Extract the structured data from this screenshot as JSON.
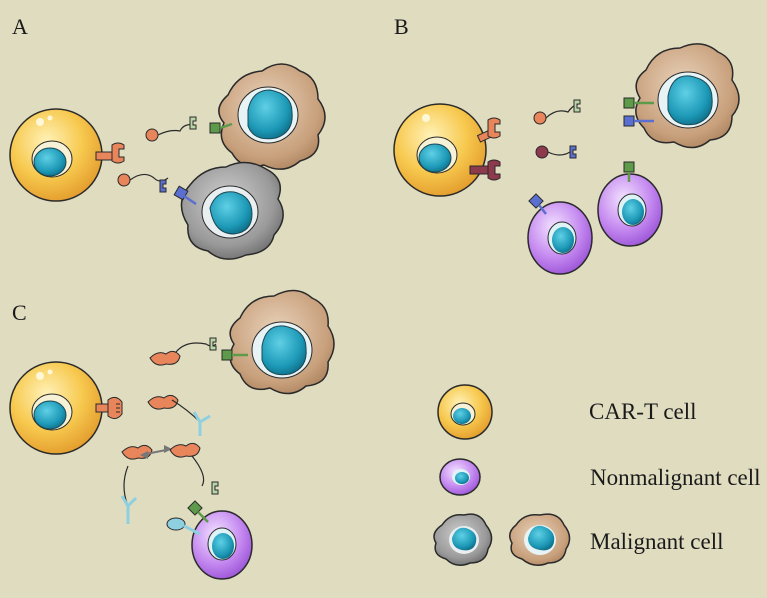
{
  "panels": {
    "a": "A",
    "b": "B",
    "c": "C"
  },
  "legend": {
    "car_t": "CAR-T cell",
    "nonmalignant": "Nonmalignant cell",
    "malignant": "Malignant cell"
  },
  "colors": {
    "background": "#dfdcc0",
    "car_t_cell": "#f5c04a",
    "nonmalignant_cell": "#b06fe0",
    "malignant_tan": "#c9a07a",
    "malignant_gray": "#8a8a8a",
    "nucleus": "#1f9bb8",
    "car_receptor": "#e8855a",
    "car_receptor_alt": "#8c3a4c",
    "antigen_green": "#5d9a4a",
    "antigen_blue": "#5a6fd0",
    "antibody_light": "#8fd0e0"
  },
  "icons": [
    "car-t-cell-icon",
    "nonmalignant-cell-icon",
    "malignant-cell-gray-icon",
    "malignant-cell-tan-icon"
  ]
}
